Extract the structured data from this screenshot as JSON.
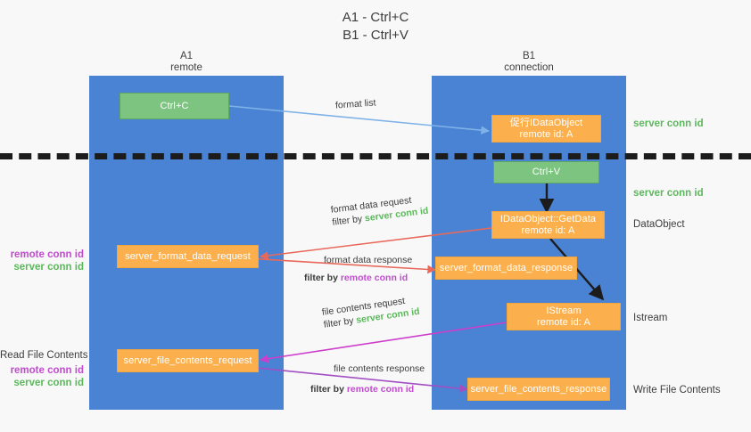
{
  "title": {
    "line1": "A1 - Ctrl+C",
    "line2": "B1 - Ctrl+V"
  },
  "lanes": [
    {
      "name": "A1",
      "sub": "remote"
    },
    {
      "name": "B1",
      "sub": "connection"
    }
  ],
  "nodes": {
    "ctrl_c": {
      "line1": "Ctrl+C"
    },
    "ctrl_v": {
      "line1": "Ctrl+V"
    },
    "idataobject": {
      "line1": "促行IDataObject",
      "line2": "remote id: A"
    },
    "getdata": {
      "line1": "IDataObject::GetData",
      "line2": "remote id: A"
    },
    "istream": {
      "line1": "IStream",
      "line2": "remote id: A"
    },
    "server_format_data_request": {
      "line1": "server_format_data_request"
    },
    "server_format_data_response": {
      "line1": "server_format_data_response"
    },
    "server_file_contents_request": {
      "line1": "server_file_contents_request"
    },
    "server_file_contents_response": {
      "line1": "server_file_contents_response"
    }
  },
  "right_labels": {
    "server_conn_id_top": "server conn id",
    "server_conn_id_mid": "server conn id",
    "dataobject": "DataObject",
    "istream": "Istream",
    "write_file_contents": "Write File Contents"
  },
  "left_labels": {
    "remote_conn_id_1": "remote conn id",
    "server_conn_id_1": "server conn id",
    "read_file_contents": "Read File Contents",
    "remote_conn_id_2": "remote conn id",
    "server_conn_id_2": "server conn id"
  },
  "edges": {
    "format_list": "format list",
    "format_data_request": "format data request",
    "format_data_request_filter_prefix": "filter by ",
    "format_data_request_filter_value": "server conn id",
    "format_data_response": "format data response",
    "format_data_response_filter_prefix": "filter by ",
    "format_data_response_filter_value": "remote conn id",
    "file_contents_request": "file contents request",
    "file_contents_request_filter_prefix": "filter by ",
    "file_contents_request_filter_value": "server conn id",
    "file_contents_response": "file contents response",
    "file_contents_response_filter_prefix": "filter by ",
    "file_contents_response_filter_value": "remote conn id"
  },
  "colors": {
    "lane": "#4a83d3",
    "green_node": "#7cc47f",
    "orange_node": "#fbb04d",
    "server_conn_id": "#5cb85c",
    "remote_conn_id": "#c24bd0",
    "arrow_blue": "#7fb3e8",
    "arrow_red": "#e8685a",
    "arrow_magenta": "#cc3ecb",
    "arrow_purple": "#a34fc4",
    "arrow_black": "#1c1c1c",
    "dash_line": "#1c1c1c",
    "background": "#f8f8f8"
  }
}
